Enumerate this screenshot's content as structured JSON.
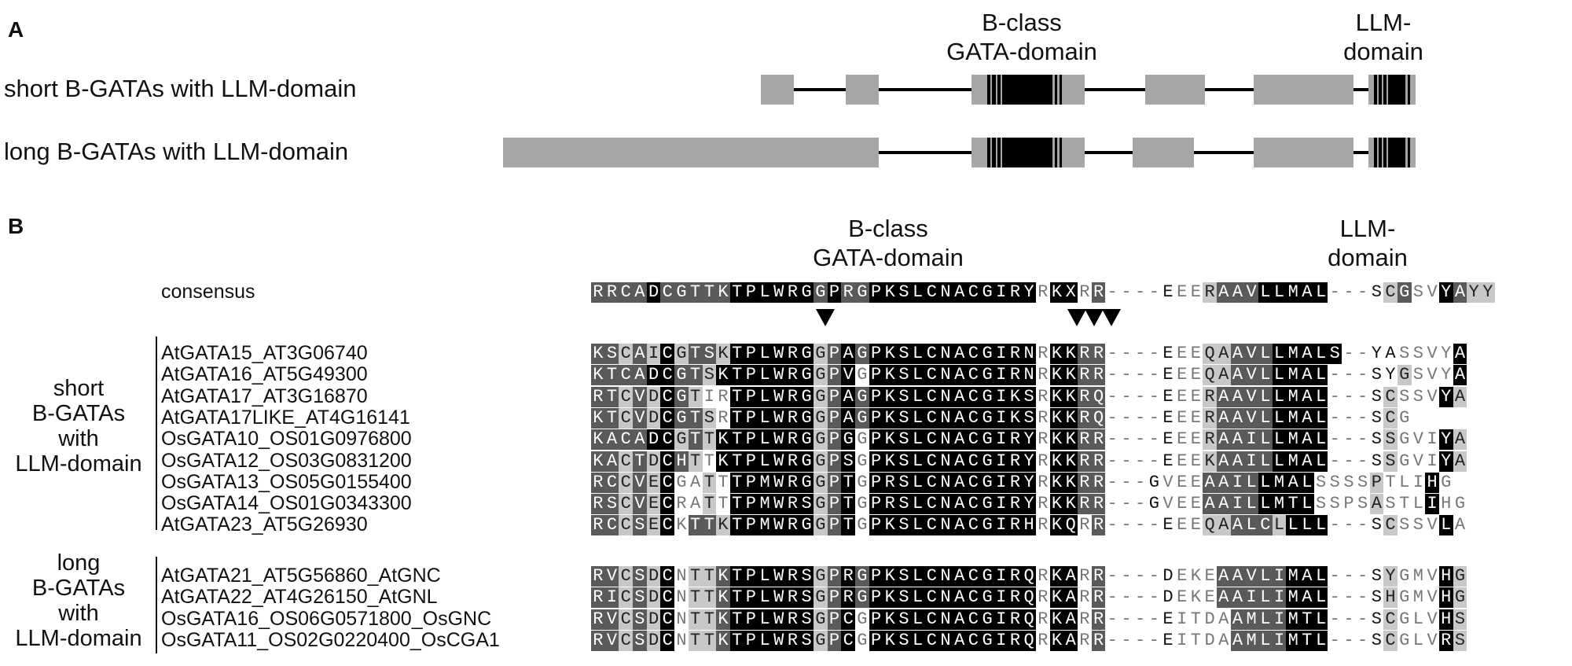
{
  "panel_a": {
    "letter": "A",
    "label_gata_domain": "B-class\nGATA-domain",
    "label_llm_domain": "LLM-\ndomain",
    "rows": [
      {
        "label": "short B-GATAs with LLM-domain"
      },
      {
        "label": "long B-GATAs with LLM-domain"
      }
    ]
  },
  "panel_b": {
    "letter": "B",
    "label_gata_domain": "B-class\nGATA-domain",
    "label_llm_domain": "LLM-\ndomain",
    "consensus": {
      "name": "consensus",
      "seq": "RRCADCGTTKTPLWRGGPRGPKSLCNACGIRYRKXRR----EEERAAVLLMAL---SCGSVYAYY",
      "style": "ddddbdddddbbbbbbdbddbbbbbbbbbbbbnbbndd----nnldddbbbbbd---ldnnbdlll"
    },
    "groups": [
      {
        "name": "short\nB-GATAs\nwith\nLLM-domain",
        "sequences": [
          {
            "name": "AtGATA15_AT3G06740",
            "seq": "KSCAICGTSKTPLWRGGPAGPKSLCNACGIRNRKKRR----EEEQAAVLLMALS--YASSVYA",
            "style": "ddldlblddlbbbbbbldbdbbbbbbbbbbbbnbbddd----nnlldddbbbbbnn--nnnnbl"
          },
          {
            "name": "AtGATA16_AT5G49300",
            "seq": "KTCADCGTSKTPLWRGGPVGPKSLCNACGIRNRKKRR----EEEQAAVLLMAL---SYGSVYA",
            "style": "ddddbbddlbbbbbbbldbnbbbbbbbbbbbbnbbddd----nnlldddbbbbbn---lnnnbl"
          },
          {
            "name": "AtGATA17_AT3G16870",
            "seq": "RTCVDCGTIRTPLWRGGPAGPKSLCNACGIKSRKKRQ----EEERAAVLLMAL---SCSSVYA",
            "style": "ddldlbdlnnbbbbbbldbdbbbbbbbbbbbbnbbddn----nnlddddbbbbn---lnnnbl"
          },
          {
            "name": "AtGATA17LIKE_AT4G16141",
            "seq": "KTCVDCGTSRTPLWRGGPAGPKSLCNACGIKSRKKRQ----EEERAAVLLMAL---SCG",
            "style": "ddldlbddlnbbbbbbldbdbbbbbbbbbbbbnbbddn----nnlddddbbbbn---lnn"
          },
          {
            "name": "OsGATA10_OS01G0976800",
            "seq": "KACADCGTTKTPLWRGGPGGPKSLCNACGIRYRKKRR----EEERAAILLMAL---SSGVIYA",
            "style": "ddddbbldlbbbbbbbldbnbbbbbbbbbbbbnbbddd----nnlddddbbbbn---lnnnbl"
          },
          {
            "name": "OsGATA12_OS03G0831200",
            "seq": "KACTDCHTTKTPLWRGGPSGPKSLCNACGIRYRKKRR----EEEKAAILLMAL---SSGVIYA",
            "style": "ddldlbdlnbbbbbbbldbnbbbbbbbbbbbbnbbddd----nnlddddbbbbn---lnnnbl"
          },
          {
            "name": "OsGATA13_OS05G0155400",
            "seq": "RCCVECGATTTPMWRGGPTGPRSLCNACGIRYRKKRR---GVEEAAILLMALSSSSPTLIHG",
            "style": "ddldlbnnlnbbbbbbldbnbbbbbbbbbbbbnbbddd---nnnddddbbbbnnnnlnnnbn"
          },
          {
            "name": "OsGATA14_OS01G0343300",
            "seq": "RSCVECRATTTPMWRSGPTGPRSLCNACGIRYRKKRR---GVEEAAILLMTLSSPSASTLIHG",
            "style": "ddldlbnnlnbbbbbbldbnbbbbbbbbbbbbnbbddd---nnnddddbbbbnnnnlnnnbnn"
          },
          {
            "name": "AtGATA23_AT5G26930",
            "seq": "RCCSECKTTKTPMWRGGPTGPKSLCNACGIRHRKQRR----EEEQAALCLLLL---SCSSVLA",
            "style": "ddldlbnddlbbbbbbldbnbbbbbbbbbbbbnbbndd----nnlldddlbbbb---lnnnbn"
          }
        ]
      },
      {
        "name": "long\nB-GATAs\nwith\nLLM-domain",
        "sequences": [
          {
            "name": "AtGATA21_AT5G56860_AtGNC",
            "seq": "RVCSDCNTTKTPLWRSGPRGPKSLCNACGIRQRKARR----DEKEAAVLIMAL---SYGMVHG",
            "style": "ddldlbnlldbbbbbbldbdbbbbbbbbbbbbnbbndd----nnndddddbbbn---lnnnbl"
          },
          {
            "name": "AtGATA22_AT4G26150_AtGNL",
            "seq": "RICSDCNTTKTPLWRSGPRGPKSLCNACGIRQRKARR----DEKEAAILIMAL---SHGMVHG",
            "style": "ddldlbnlldbbbbbbldbdbbbbbbbbbbbbnbbndd----nnndddddbbbn---lnnnbl"
          },
          {
            "name": "OsGATA16_OS06G0571800_OsGNC",
            "seq": "RVCSDCNTTKTPLWRSGPCGPKSLCNACGIRQRKARR----EITDAAMLIMTL---SCGLVHS",
            "style": "ddldlbnlldbbbbbbldbnbbbbbbbbbbbbnbbndd----nnnnddddbbbn---lnnnbl"
          },
          {
            "name": "OsGATA11_OS02G0220400_OsCGA1",
            "seq": "RVCSDCNTTKTPLWRSGPCGPKSLCNACGIRQRKARR----EITDAAMLIMTL---SCGLVRS",
            "style": "ddldlbnlldbbbbbbldbnbbbbbbbbbbbbnbbndd----nnnnddddbbbn---lnnnbl"
          }
        ]
      }
    ]
  }
}
